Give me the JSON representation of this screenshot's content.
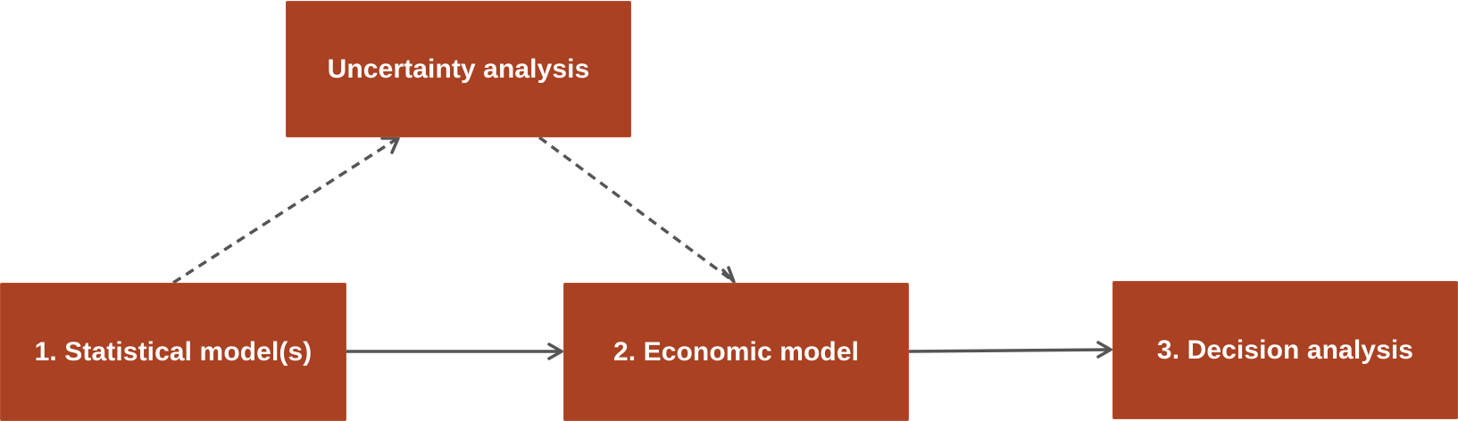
{
  "diagram": {
    "nodes": {
      "uncertainty": {
        "label": "Uncertainty analysis"
      },
      "statistical": {
        "label": "1. Statistical model(s)"
      },
      "economic": {
        "label": "2. Economic model"
      },
      "decision": {
        "label": "3. Decision analysis"
      }
    },
    "edges": [
      {
        "from": "statistical",
        "to": "uncertainty",
        "style": "dashed"
      },
      {
        "from": "uncertainty",
        "to": "economic",
        "style": "dashed"
      },
      {
        "from": "statistical",
        "to": "economic",
        "style": "solid"
      },
      {
        "from": "economic",
        "to": "decision",
        "style": "solid"
      }
    ],
    "colors": {
      "node_fill": "#a94122",
      "node_text": "#ffffff",
      "edge": "#555555",
      "background": "#ffffff"
    }
  }
}
